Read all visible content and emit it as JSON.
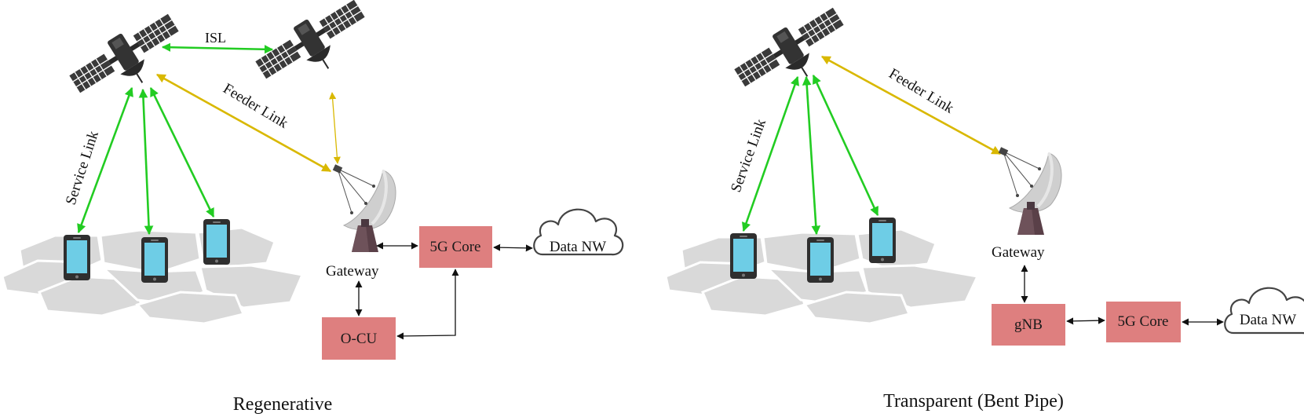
{
  "colors": {
    "service_link": "#22cc22",
    "feeder_link": "#d9b800",
    "box_fill": "#de7f7f",
    "phone_screen": "#6ecde6",
    "cell": "#d9d9d9",
    "satellite": "#3a3a3a",
    "dish": "#c8c8c8",
    "dish_base": "#5a4048"
  },
  "icons": {
    "satellite": "satellite-icon",
    "dish": "gateway-dish-icon",
    "phone": "phone-icon",
    "cloud": "cloud-icon"
  },
  "regenerative": {
    "caption": "Regenerative",
    "isl_label": "ISL",
    "feeder_label": "Feeder Link",
    "service_label": "Service Link",
    "gateway_label": "Gateway",
    "core_label": "5G Core",
    "cu_label": "O-CU",
    "network_label": "Data NW"
  },
  "transparent": {
    "caption": "Transparent (Bent Pipe)",
    "feeder_label": "Feeder Link",
    "service_label": "Service Link",
    "gateway_label": "Gateway",
    "gnb_label": "gNB",
    "core_label": "5G Core",
    "network_label": "Data NW"
  }
}
